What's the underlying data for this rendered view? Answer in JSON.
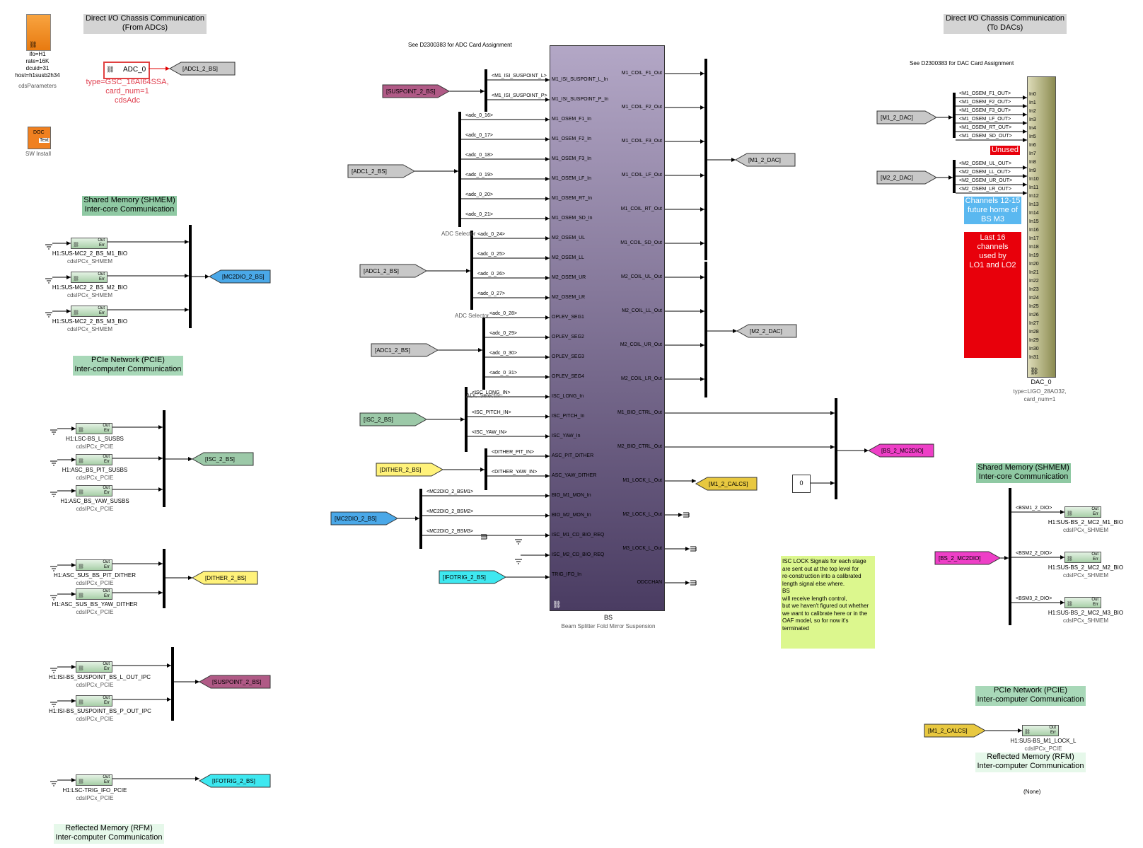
{
  "headers": {
    "from_adcs": "Direct I/O Chassis Communication\n(From ADCs)",
    "to_dacs": "Direct I/O Chassis Communication\n(To DACs)",
    "shmem_left": "Shared Memory (SHMEM)\nInter-core Communication",
    "pcie_left": "PCIe Network (PCIE)\nInter-computer Communication",
    "rfm_left": "Reflected Memory (RFM)\nInter-computer Communication",
    "shmem_right": "Shared Memory (SHMEM)\nInter-core Communication",
    "pcie_right": "PCIe Network (PCIE)\nInter-computer Communication",
    "rfm_right": "Reflected Memory (RFM)\nInter-computer Communication"
  },
  "notes": {
    "adc_assign": "See D2300383 for ADC Card Assignment",
    "dac_assign": "See D2300383 for DAC Card Assignment",
    "none": "(None)",
    "isc_lock": "ISC LOCK Signals for each stage\nare sent out at the top level for\nre-construction into a calibrated\nlength signal else where.\nBS\nwill receive length control,\nbut we haven't figured out whether\nwe want to calibrate here or in the\nOAF model, so for now it's\nterminated",
    "unused": "Unused",
    "channels_12_15": "Channels 12-15\nfuture home of\nBS M3",
    "last16": "Last 16\nchannels\nused by\nLO1 and LO2"
  },
  "params_block": {
    "text": "ifo=H1\nrate=16K\ndcuid=31\nhost=h1susb2h34",
    "caption": "cdsParameters"
  },
  "doc_block": {
    "line1": "DOC",
    "line2": "Text",
    "caption": "SW Install"
  },
  "adc_block": {
    "name": "ADC_0",
    "params": "type=GSC_16AI64SSA,\ncard_num=1\ncdsAdc"
  },
  "gotos": {
    "adc1": "[ADC1_2_BS]",
    "mc2dio": "[MC2DIO_2_BS]",
    "isc": "[ISC_2_BS]",
    "dither": "[DITHER_2_BS]",
    "suspoint": "[SUSPOINT_2_BS]",
    "ifotrig": "[IFOTRIG_2_BS]",
    "m1dac": "[M1_2_DAC]",
    "m2dac": "[M2_2_DAC]",
    "bs_mc2dio": "[BS_2_MC2DIO]",
    "m1calcs": "[M1_2_CALCS]"
  },
  "ipc_port": {
    "out": "Out",
    "err": "Err"
  },
  "left_ipc": [
    {
      "name": "H1:SUS-MC2_2_BS_M1_BIO",
      "type": "cdsIPCx_SHMEM"
    },
    {
      "name": "H1:SUS-MC2_2_BS_M2_BIO",
      "type": "cdsIPCx_SHMEM"
    },
    {
      "name": "H1:SUS-MC2_2_BS_M3_BIO",
      "type": "cdsIPCx_SHMEM"
    },
    {
      "name": "H1:LSC-BS_L_SUSBS",
      "type": "cdsIPCx_PCIE"
    },
    {
      "name": "H1:ASC_BS_PIT_SUSBS",
      "type": "cdsIPCx_PCIE"
    },
    {
      "name": "H1:ASC_BS_YAW_SUSBS",
      "type": "cdsIPCx_PCIE"
    },
    {
      "name": "H1:ASC_SUS_BS_PIT_DITHER",
      "type": "cdsIPCx_PCIE"
    },
    {
      "name": "H1:ASC_SUS_BS_YAW_DITHER",
      "type": "cdsIPCx_PCIE"
    },
    {
      "name": "H1:ISI-BS_SUSPOINT_BS_L_OUT_IPC",
      "type": "cdsIPCx_PCIE"
    },
    {
      "name": "H1:ISI-BS_SUSPOINT_BS_P_OUT_IPC",
      "type": "cdsIPCx_PCIE"
    },
    {
      "name": "H1:LSC-TRIG_IFO_PCIE",
      "type": "cdsIPCx_PCIE"
    }
  ],
  "right_ipc": [
    {
      "name": "H1:SUS-BS_2_MC2_M1_BIO",
      "type": "cdsIPCx_SHMEM"
    },
    {
      "name": "H1:SUS-BS_2_MC2_M2_BIO",
      "type": "cdsIPCx_SHMEM"
    },
    {
      "name": "H1:SUS-BS_2_MC2_M3_BIO",
      "type": "cdsIPCx_SHMEM"
    },
    {
      "name": "H1:SUS-BS_M1_LOCK_L",
      "type": "cdsIPCx_PCIE"
    }
  ],
  "bs_block": {
    "name": "BS",
    "desc": "Beam Splitter Fold Mirror Suspension"
  },
  "bs_inputs": [
    "M1_ISI_SUSPOINT_L_In",
    "M1_ISI_SUSPOINT_P_In",
    "M1_OSEM_F1_In",
    "M1_OSEM_F2_In",
    "M1_OSEM_F3_In",
    "M1_OSEM_LF_In",
    "M1_OSEM_RT_In",
    "M1_OSEM_SD_In",
    "M2_OSEM_UL",
    "M2_OSEM_LL",
    "M2_OSEM_UR",
    "M2_OSEM_LR",
    "OPLEV_SEG1",
    "OPLEV_SEG2",
    "OPLEV_SEG3",
    "OPLEV_SEG4",
    "ISC_LONG_In",
    "ISC_PITCH_In",
    "ISC_YAW_In",
    "ASC_PIT_DITHER",
    "ASC_YAW_DITHER",
    "BIO_M1_MON_In",
    "BIO_M2_MON_In",
    "ISC_M1_CD_BIO_REQ",
    "ISC_M2_CD_BIO_REQ",
    "TRIG_IFO_In"
  ],
  "bs_outputs": [
    "M1_COIL_F1_Out",
    "M1_COIL_F2_Out",
    "M1_COIL_F3_Out",
    "M1_COIL_LF_Out",
    "M1_COIL_RT_Out",
    "M1_COIL_SD_Out",
    "M2_COIL_UL_Out",
    "M2_COIL_LL_Out",
    "M2_COIL_UR_Out",
    "M2_COIL_LR_Out",
    "M1_BIO_CTRL_Out",
    "M2_BIO_CTRL_Out",
    "M1_LOCK_L_Out",
    "M2_LOCK_L_Out",
    "M3_LOCK_L_Out",
    "ODCCHAN"
  ],
  "bs_in_signals": [
    "<M1_ISI_SUSPOINT_L>",
    "<M1_ISI_SUSPOINT_P>",
    "<adc_0_16>",
    "<adc_0_17>",
    "<adc_0_18>",
    "<adc_0_19>",
    "<adc_0_20>",
    "<adc_0_21>",
    "<adc_0_24>",
    "<adc_0_25>",
    "<adc_0_26>",
    "<adc_0_27>",
    "<adc_0_28>",
    "<adc_0_29>",
    "<adc_0_30>",
    "<adc_0_31>",
    "<ISC_LONG_IN>",
    "<ISC_PITCH_IN>",
    "<ISC_YAW_IN>",
    "<DITHER_PIT_IN>",
    "<DITHER_YAW_IN>",
    "<MC2DIO_2_BSM1>",
    "<MC2DIO_2_BSM2>",
    "<MC2DIO_2_BSM3>"
  ],
  "adc_selector": "ADC Selector",
  "dac_block": {
    "name": "DAC_0",
    "params": "type=LIGO_28AO32,\ncard_num=1"
  },
  "dac_signals": [
    "<M1_OSEM_F1_OUT>",
    "<M1_OSEM_F2_OUT>",
    "<M1_OSEM_F3_OUT>",
    "<M1_OSEM_LF_OUT>",
    "<M1_OSEM_RT_OUT>",
    "<M1_OSEM_SD_OUT>",
    "<M2_OSEM_UL_OUT>",
    "<M2_OSEM_LL_OUT>",
    "<M2_OSEM_UR_OUT>",
    "<M2_OSEM_LR_OUT>"
  ],
  "dac_ports": [
    "In0",
    "In1",
    "In2",
    "In3",
    "In4",
    "In5",
    "In6",
    "In7",
    "In8",
    "In9",
    "In10",
    "In11",
    "In12",
    "In13",
    "In14",
    "In15",
    "In16",
    "In17",
    "In18",
    "In19",
    "In20",
    "In21",
    "In22",
    "In23",
    "In24",
    "In25",
    "In26",
    "In27",
    "In28",
    "In29",
    "In30",
    "In31"
  ],
  "bsm_signals": [
    "<BSM1_2_DIO>",
    "<BSM2_2_DIO>",
    "<BSM3_2_DIO>"
  ],
  "constant": "0",
  "colors": {
    "gray": "#c8c8c8",
    "blue": "#4aa8e8",
    "green": "#9cc9a8",
    "yellow": "#fff27a",
    "plum": "#b05a86",
    "cyan": "#3ee8f0",
    "magenta": "#ee3fc7",
    "gold": "#e8c840",
    "red": "#e8000b",
    "sky": "#5ab8f0"
  }
}
